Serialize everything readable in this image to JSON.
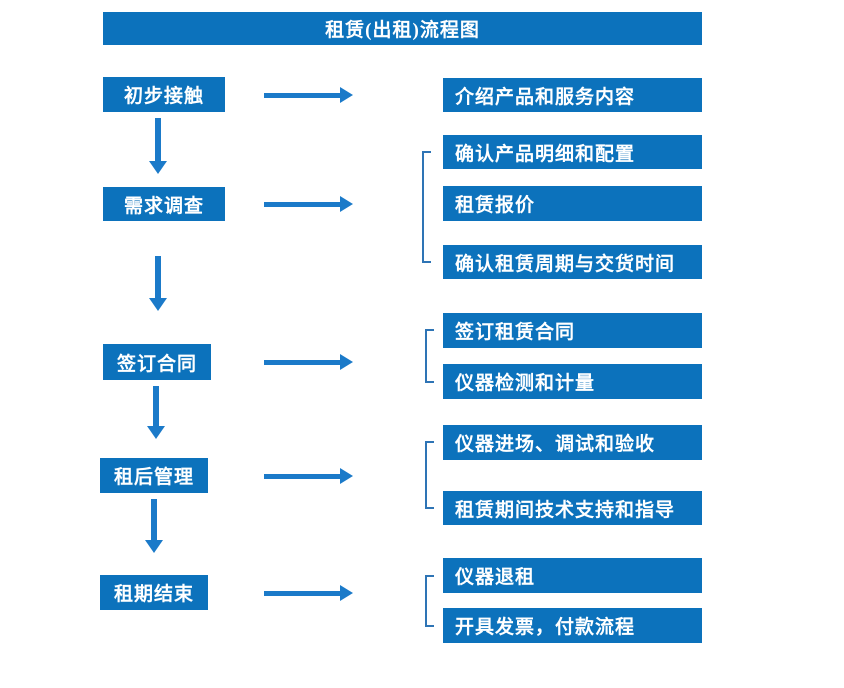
{
  "flow": {
    "title": "租赁(出租)流程图",
    "stages": [
      {
        "name": "初步接触",
        "details": [
          "介绍产品和服务内容"
        ]
      },
      {
        "name": "需求调查",
        "details": [
          "确认产品明细和配置",
          "租赁报价",
          "确认租赁周期与交货时间"
        ]
      },
      {
        "name": "签订合同",
        "details": [
          "签订租赁合同",
          "仪器检测和计量"
        ]
      },
      {
        "name": "租后管理",
        "details": [
          "仪器进场、调试和验收",
          "租赁期间技术支持和指导"
        ]
      },
      {
        "name": "租期结束",
        "details": [
          "仪器退租",
          "开具发票，付款流程"
        ]
      }
    ]
  },
  "colors": {
    "box_blue": "#0C72BC",
    "arrow_blue": "#1B7AC9",
    "bracket_blue": "#2E74B5",
    "text_white": "#FFFFFF",
    "background": "#FFFFFF"
  }
}
